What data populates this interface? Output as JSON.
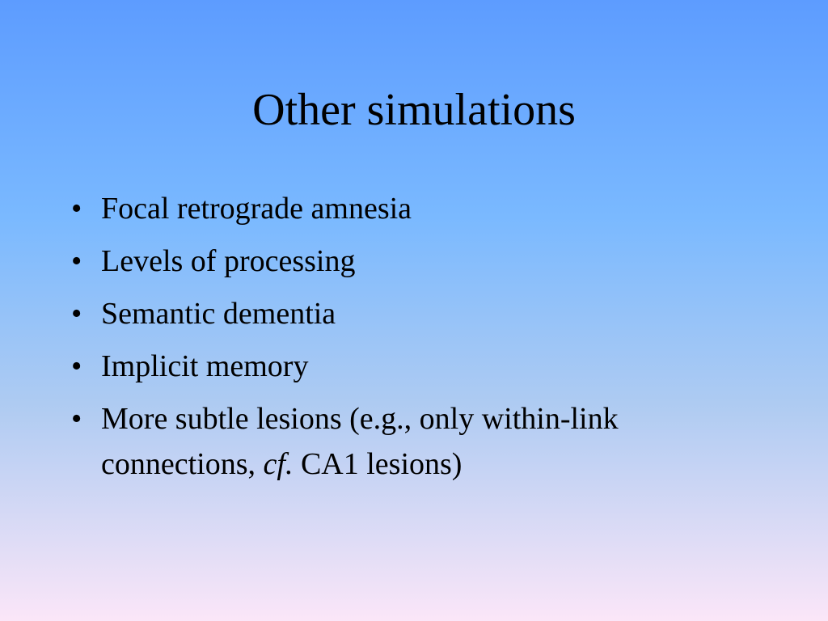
{
  "slide": {
    "title": "Other simulations",
    "bullet_char": "•",
    "bullets": [
      {
        "text": "Focal retrograde amnesia"
      },
      {
        "text": "Levels of processing"
      },
      {
        "text": "Semantic dementia"
      },
      {
        "text": "Implicit memory"
      },
      {
        "text_before": "More subtle lesions (e.g., only within-link connections, ",
        "text_italic": "cf.",
        "text_after": " CA1 lesions)"
      }
    ]
  },
  "colors": {
    "gradient_top": "#5d9cff",
    "gradient_bottom": "#fbe6f8",
    "text": "#000000"
  }
}
